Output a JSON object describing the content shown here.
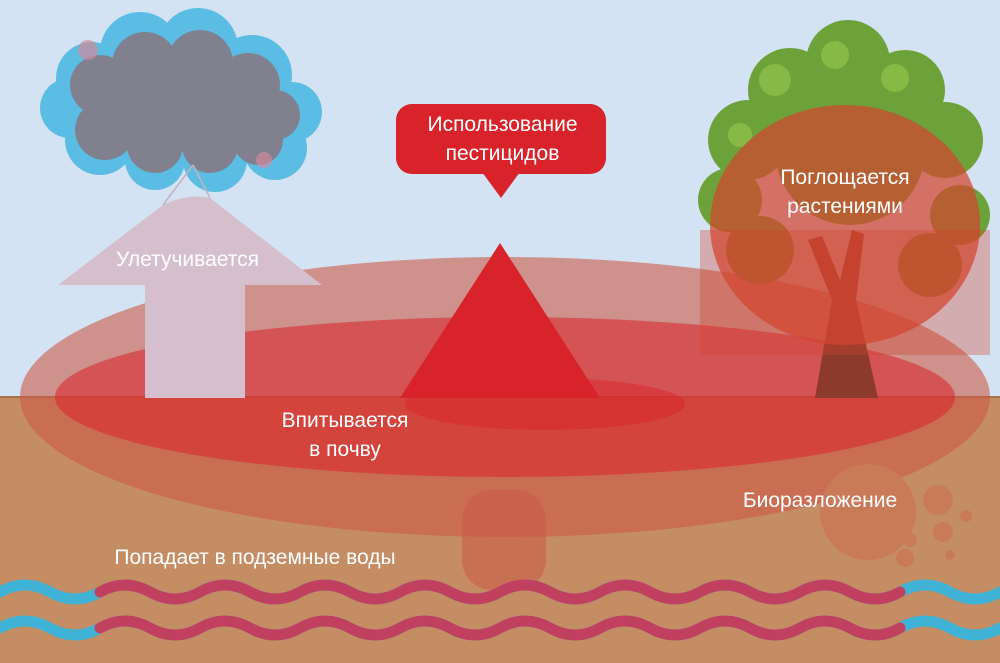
{
  "labels": {
    "pesticide_use": [
      "Использование",
      "пестицидов"
    ],
    "volatilizes": "Улетучивается",
    "absorbed_by_plants": [
      "Поглощается",
      "растениями"
    ],
    "absorbed_into_soil": [
      "Впитывается",
      "в почву"
    ],
    "biodegradation": "Биоразложение",
    "groundwater": "Попадает в подземные воды"
  },
  "colors": {
    "sky": "#d3e3f3",
    "soil": "#c58d63",
    "pesticide_red": "#d8232a",
    "cloud_gray": "#80808f",
    "cloud_outline": "#5bbde3",
    "arrow_pink": "#d6bfcc",
    "tree_trunk": "#8b3a2b",
    "tree_green": "#6da23a",
    "water_blue": "#3fb2d6",
    "water_contaminated": "#c2405f",
    "text": "#ffffff"
  }
}
